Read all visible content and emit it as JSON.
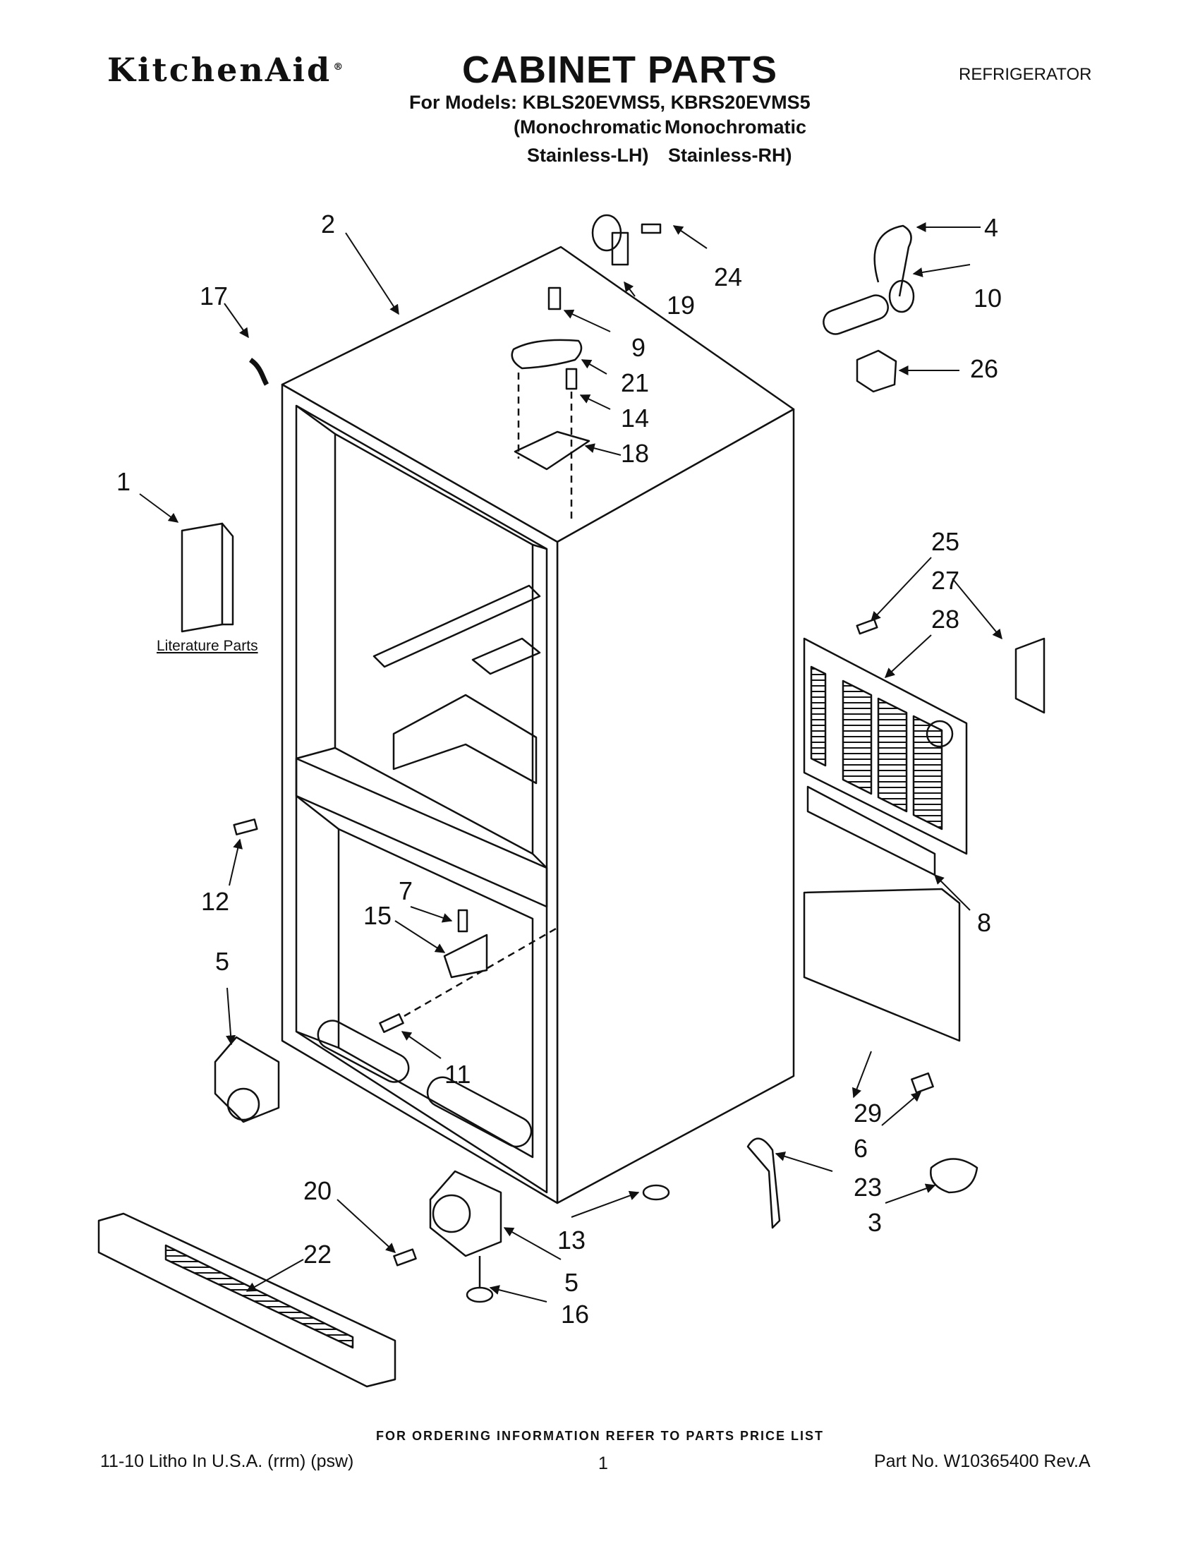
{
  "header": {
    "brand": "KitchenAid",
    "brand_mark": "®",
    "title": "CABINET PARTS",
    "category": "REFRIGERATOR",
    "models_line": "For Models: KBLS20EVMS5, KBRS20EVMS5",
    "model_descriptions": [
      {
        "line1": "(Monochromatic",
        "line2": "Stainless-LH)"
      },
      {
        "line1": "Monochromatic",
        "line2": "Stainless-RH)"
      }
    ]
  },
  "diagram": {
    "literature_label": "Literature Parts",
    "callouts": [
      "1",
      "2",
      "3",
      "4",
      "5",
      "5",
      "6",
      "7",
      "8",
      "9",
      "10",
      "11",
      "12",
      "13",
      "14",
      "15",
      "16",
      "17",
      "18",
      "19",
      "20",
      "21",
      "22",
      "23",
      "24",
      "25",
      "26",
      "27",
      "28",
      "29"
    ]
  },
  "footer": {
    "ordering_note": "FOR ORDERING INFORMATION REFER TO PARTS PRICE LIST",
    "litho": "11-10 Litho In U.S.A. (rrm) (psw)",
    "page": "1",
    "part_no": "Part No. W10365400 Rev.A"
  }
}
